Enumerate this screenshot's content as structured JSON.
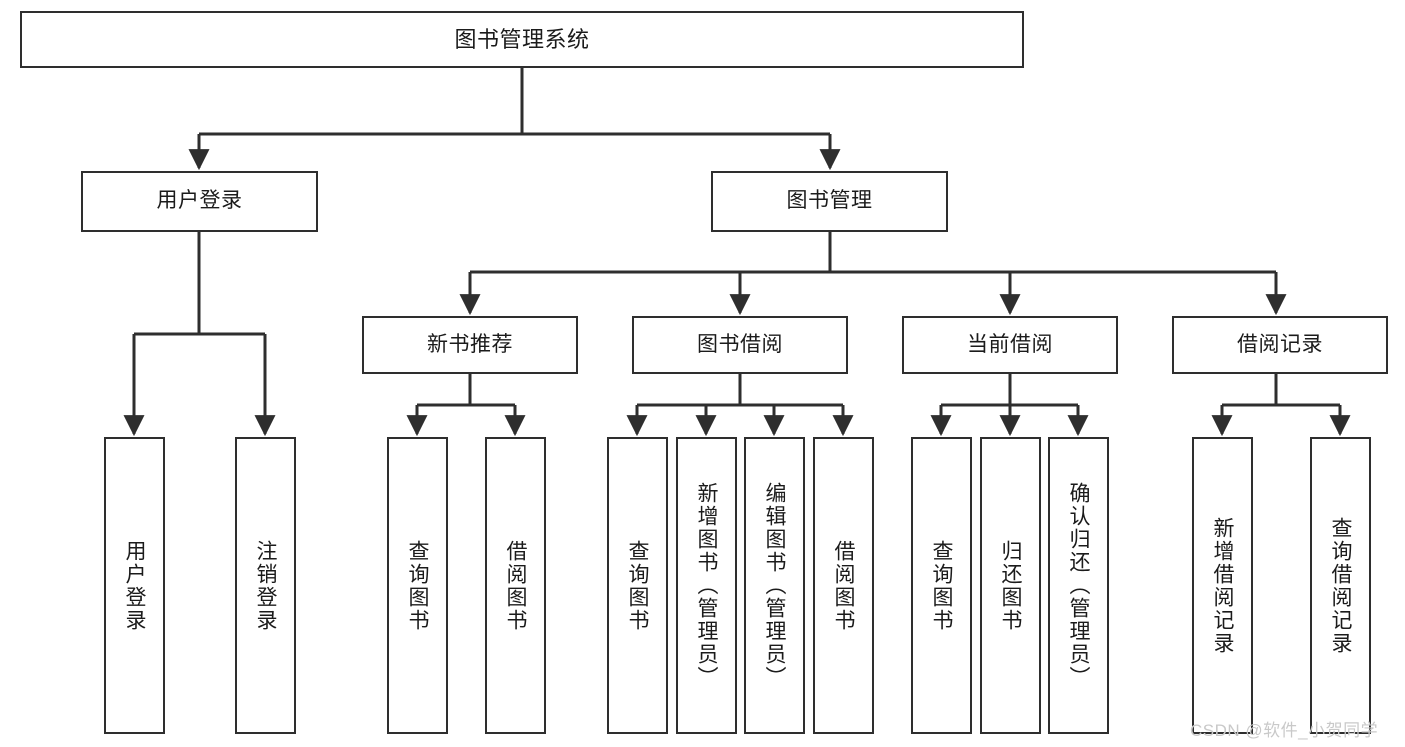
{
  "diagram": {
    "type": "tree-hierarchy-chart",
    "title": "图书管理系统",
    "line_color": "#2e2e2e",
    "box_fill": "#ffffff",
    "text_color": "#1b1b1b",
    "watermark": "CSDN @软件_小贺同学",
    "watermark_color": "#c9c9c9",
    "levels": {
      "level1": [
        {
          "id": "root",
          "label": "图书管理系统"
        }
      ],
      "level2": [
        {
          "id": "user-login",
          "label": "用户登录"
        },
        {
          "id": "book-manage",
          "label": "图书管理"
        }
      ],
      "level3": [
        {
          "id": "new-book-rec",
          "label": "新书推荐"
        },
        {
          "id": "book-borrow",
          "label": "图书借阅"
        },
        {
          "id": "current-borrow",
          "label": "当前借阅"
        },
        {
          "id": "borrow-record",
          "label": "借阅记录"
        }
      ],
      "leaves": [
        {
          "id": "leaf-user-login",
          "label": "用户登录",
          "parent": "user-login"
        },
        {
          "id": "leaf-user-logout",
          "label": "注销登录",
          "parent": "user-login"
        },
        {
          "id": "leaf-query-book-1",
          "label": "查询图书",
          "parent": "new-book-rec"
        },
        {
          "id": "leaf-borrow-book-1",
          "label": "借阅图书",
          "parent": "new-book-rec"
        },
        {
          "id": "leaf-query-book-2",
          "label": "查询图书",
          "parent": "book-borrow"
        },
        {
          "id": "leaf-add-book",
          "label": "新增图书（管理员）",
          "parent": "book-borrow"
        },
        {
          "id": "leaf-edit-book",
          "label": "编辑图书（管理员）",
          "parent": "book-borrow"
        },
        {
          "id": "leaf-borrow-book-2",
          "label": "借阅图书",
          "parent": "book-borrow"
        },
        {
          "id": "leaf-query-book-3",
          "label": "查询图书",
          "parent": "current-borrow"
        },
        {
          "id": "leaf-return-book",
          "label": "归还图书",
          "parent": "current-borrow"
        },
        {
          "id": "leaf-confirm-return",
          "label": "确认归还（管理员）",
          "parent": "current-borrow"
        },
        {
          "id": "leaf-add-record",
          "label": "新增借阅记录",
          "parent": "borrow-record"
        },
        {
          "id": "leaf-query-record",
          "label": "查询借阅记录",
          "parent": "borrow-record"
        }
      ]
    }
  }
}
